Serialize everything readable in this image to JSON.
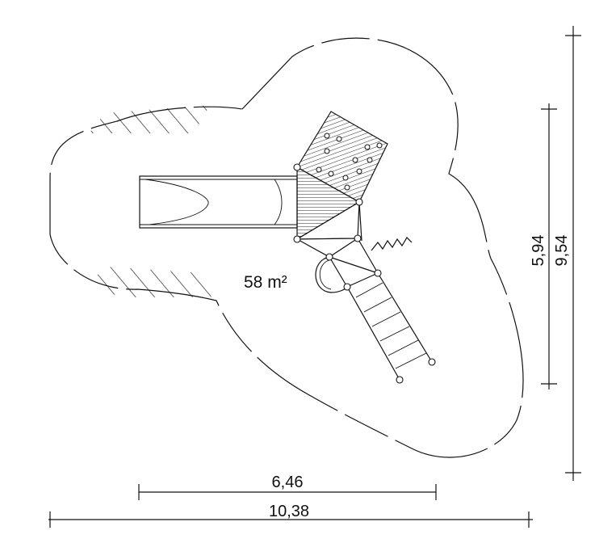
{
  "plan": {
    "area_label": "58 m²",
    "dimensions": {
      "width_inner": "6,46",
      "width_outer": "10,38",
      "height_inner": "5,94",
      "height_outer": "9,54"
    }
  }
}
